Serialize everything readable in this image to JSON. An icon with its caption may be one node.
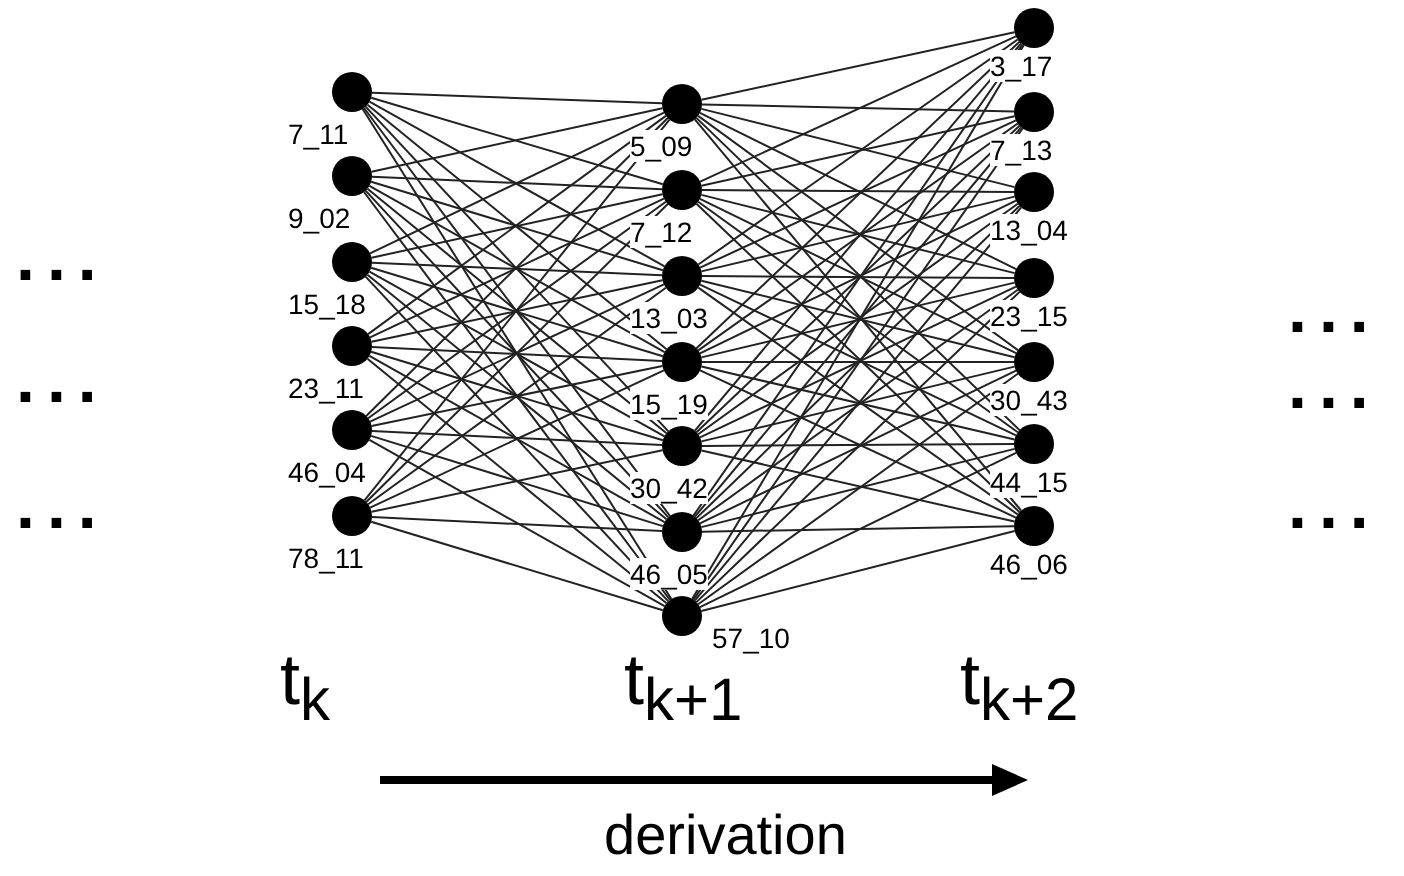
{
  "diagram": {
    "nodes": [
      {
        "text": [],
        "shape": "circle",
        "beside": [
          "7_11"
        ]
      },
      {
        "text": [],
        "shape": "circle",
        "beside": [
          "9_02"
        ]
      },
      {
        "text": [],
        "shape": "circle",
        "beside": [
          "15_18"
        ]
      },
      {
        "text": [],
        "shape": "circle",
        "beside": [
          "23_11"
        ]
      },
      {
        "text": [],
        "shape": "circle",
        "beside": [
          "46_04"
        ]
      },
      {
        "text": [],
        "shape": "circle",
        "beside": [
          "78_11"
        ]
      },
      {
        "text": [],
        "shape": "circle",
        "beside": [
          "5_09"
        ]
      },
      {
        "text": [],
        "shape": "circle",
        "beside": [
          "7_12"
        ]
      },
      {
        "text": [],
        "shape": "circle",
        "beside": [
          "13_03"
        ]
      },
      {
        "text": [],
        "shape": "circle",
        "beside": [
          "15_19"
        ]
      },
      {
        "text": [],
        "shape": "circle",
        "beside": [
          "30_42"
        ]
      },
      {
        "text": [],
        "shape": "circle",
        "beside": [
          "46_05"
        ]
      },
      {
        "text": [],
        "shape": "circle",
        "beside": [
          "57_10"
        ]
      },
      {
        "text": [],
        "shape": "circle",
        "beside": [
          "3_17"
        ]
      },
      {
        "text": [],
        "shape": "circle",
        "beside": [
          "7_13"
        ]
      },
      {
        "text": [],
        "shape": "circle",
        "beside": [
          "13_04"
        ]
      },
      {
        "text": [],
        "shape": "circle",
        "beside": [
          "23_15"
        ]
      },
      {
        "text": [],
        "shape": "circle",
        "beside": [
          "30_43"
        ]
      },
      {
        "text": [],
        "shape": "circle",
        "beside": [
          "44_15"
        ]
      },
      {
        "text": [],
        "shape": "circle",
        "beside": [
          "46_06"
        ]
      }
    ],
    "edges": [
      {
        "from": 0,
        "to": 6,
        "arrow": "none"
      },
      {
        "from": 0,
        "to": 7,
        "arrow": "none"
      },
      {
        "from": 0,
        "to": 8,
        "arrow": "none"
      },
      {
        "from": 0,
        "to": 9,
        "arrow": "none"
      },
      {
        "from": 0,
        "to": 10,
        "arrow": "none"
      },
      {
        "from": 0,
        "to": 11,
        "arrow": "none"
      },
      {
        "from": 0,
        "to": 12,
        "arrow": "none"
      },
      {
        "from": 1,
        "to": 6,
        "arrow": "none"
      },
      {
        "from": 1,
        "to": 7,
        "arrow": "none"
      },
      {
        "from": 1,
        "to": 8,
        "arrow": "none"
      },
      {
        "from": 1,
        "to": 9,
        "arrow": "none"
      },
      {
        "from": 1,
        "to": 10,
        "arrow": "none"
      },
      {
        "from": 1,
        "to": 11,
        "arrow": "none"
      },
      {
        "from": 1,
        "to": 12,
        "arrow": "none"
      },
      {
        "from": 2,
        "to": 6,
        "arrow": "none"
      },
      {
        "from": 2,
        "to": 7,
        "arrow": "none"
      },
      {
        "from": 2,
        "to": 8,
        "arrow": "none"
      },
      {
        "from": 2,
        "to": 9,
        "arrow": "none"
      },
      {
        "from": 2,
        "to": 10,
        "arrow": "none"
      },
      {
        "from": 2,
        "to": 11,
        "arrow": "none"
      },
      {
        "from": 2,
        "to": 12,
        "arrow": "none"
      },
      {
        "from": 3,
        "to": 6,
        "arrow": "none"
      },
      {
        "from": 3,
        "to": 7,
        "arrow": "none"
      },
      {
        "from": 3,
        "to": 8,
        "arrow": "none"
      },
      {
        "from": 3,
        "to": 9,
        "arrow": "none"
      },
      {
        "from": 3,
        "to": 10,
        "arrow": "none"
      },
      {
        "from": 3,
        "to": 11,
        "arrow": "none"
      },
      {
        "from": 3,
        "to": 12,
        "arrow": "none"
      },
      {
        "from": 4,
        "to": 6,
        "arrow": "none"
      },
      {
        "from": 4,
        "to": 7,
        "arrow": "none"
      },
      {
        "from": 4,
        "to": 8,
        "arrow": "none"
      },
      {
        "from": 4,
        "to": 9,
        "arrow": "none"
      },
      {
        "from": 4,
        "to": 10,
        "arrow": "none"
      },
      {
        "from": 4,
        "to": 11,
        "arrow": "none"
      },
      {
        "from": 4,
        "to": 12,
        "arrow": "none"
      },
      {
        "from": 5,
        "to": 6,
        "arrow": "none"
      },
      {
        "from": 5,
        "to": 7,
        "arrow": "none"
      },
      {
        "from": 5,
        "to": 8,
        "arrow": "none"
      },
      {
        "from": 5,
        "to": 9,
        "arrow": "none"
      },
      {
        "from": 5,
        "to": 10,
        "arrow": "none"
      },
      {
        "from": 5,
        "to": 11,
        "arrow": "none"
      },
      {
        "from": 5,
        "to": 12,
        "arrow": "none"
      },
      {
        "from": 6,
        "to": 13,
        "arrow": "none"
      },
      {
        "from": 6,
        "to": 14,
        "arrow": "none"
      },
      {
        "from": 6,
        "to": 15,
        "arrow": "none"
      },
      {
        "from": 6,
        "to": 16,
        "arrow": "none"
      },
      {
        "from": 6,
        "to": 17,
        "arrow": "none"
      },
      {
        "from": 6,
        "to": 18,
        "arrow": "none"
      },
      {
        "from": 6,
        "to": 19,
        "arrow": "none"
      },
      {
        "from": 7,
        "to": 13,
        "arrow": "none"
      },
      {
        "from": 7,
        "to": 14,
        "arrow": "none"
      },
      {
        "from": 7,
        "to": 15,
        "arrow": "none"
      },
      {
        "from": 7,
        "to": 16,
        "arrow": "none"
      },
      {
        "from": 7,
        "to": 17,
        "arrow": "none"
      },
      {
        "from": 7,
        "to": 18,
        "arrow": "none"
      },
      {
        "from": 7,
        "to": 19,
        "arrow": "none"
      },
      {
        "from": 8,
        "to": 13,
        "arrow": "none"
      },
      {
        "from": 8,
        "to": 14,
        "arrow": "none"
      },
      {
        "from": 8,
        "to": 15,
        "arrow": "none"
      },
      {
        "from": 8,
        "to": 16,
        "arrow": "none"
      },
      {
        "from": 8,
        "to": 17,
        "arrow": "none"
      },
      {
        "from": 8,
        "to": 18,
        "arrow": "none"
      },
      {
        "from": 8,
        "to": 19,
        "arrow": "none"
      },
      {
        "from": 9,
        "to": 13,
        "arrow": "none"
      },
      {
        "from": 9,
        "to": 14,
        "arrow": "none"
      },
      {
        "from": 9,
        "to": 15,
        "arrow": "none"
      },
      {
        "from": 9,
        "to": 16,
        "arrow": "none"
      },
      {
        "from": 9,
        "to": 17,
        "arrow": "none"
      },
      {
        "from": 9,
        "to": 18,
        "arrow": "none"
      },
      {
        "from": 9,
        "to": 19,
        "arrow": "none"
      },
      {
        "from": 10,
        "to": 13,
        "arrow": "none"
      },
      {
        "from": 10,
        "to": 14,
        "arrow": "none"
      },
      {
        "from": 10,
        "to": 15,
        "arrow": "none"
      },
      {
        "from": 10,
        "to": 16,
        "arrow": "none"
      },
      {
        "from": 10,
        "to": 17,
        "arrow": "none"
      },
      {
        "from": 10,
        "to": 18,
        "arrow": "none"
      },
      {
        "from": 10,
        "to": 19,
        "arrow": "none"
      },
      {
        "from": 11,
        "to": 13,
        "arrow": "none"
      },
      {
        "from": 11,
        "to": 14,
        "arrow": "none"
      },
      {
        "from": 11,
        "to": 15,
        "arrow": "none"
      },
      {
        "from": 11,
        "to": 16,
        "arrow": "none"
      },
      {
        "from": 11,
        "to": 17,
        "arrow": "none"
      },
      {
        "from": 11,
        "to": 18,
        "arrow": "none"
      },
      {
        "from": 11,
        "to": 19,
        "arrow": "none"
      },
      {
        "from": 12,
        "to": 13,
        "arrow": "none"
      },
      {
        "from": 12,
        "to": 14,
        "arrow": "none"
      },
      {
        "from": 12,
        "to": 15,
        "arrow": "none"
      },
      {
        "from": 12,
        "to": 16,
        "arrow": "none"
      },
      {
        "from": 12,
        "to": 17,
        "arrow": "none"
      },
      {
        "from": 12,
        "to": 18,
        "arrow": "none"
      },
      {
        "from": 12,
        "to": 19,
        "arrow": "none"
      }
    ],
    "labels": [
      "...",
      "...",
      "...",
      "...",
      "...",
      "...",
      "t$_{k}$",
      "t$_{k+1}$",
      "t$_{k+2}$",
      "derivation"
    ]
  }
}
